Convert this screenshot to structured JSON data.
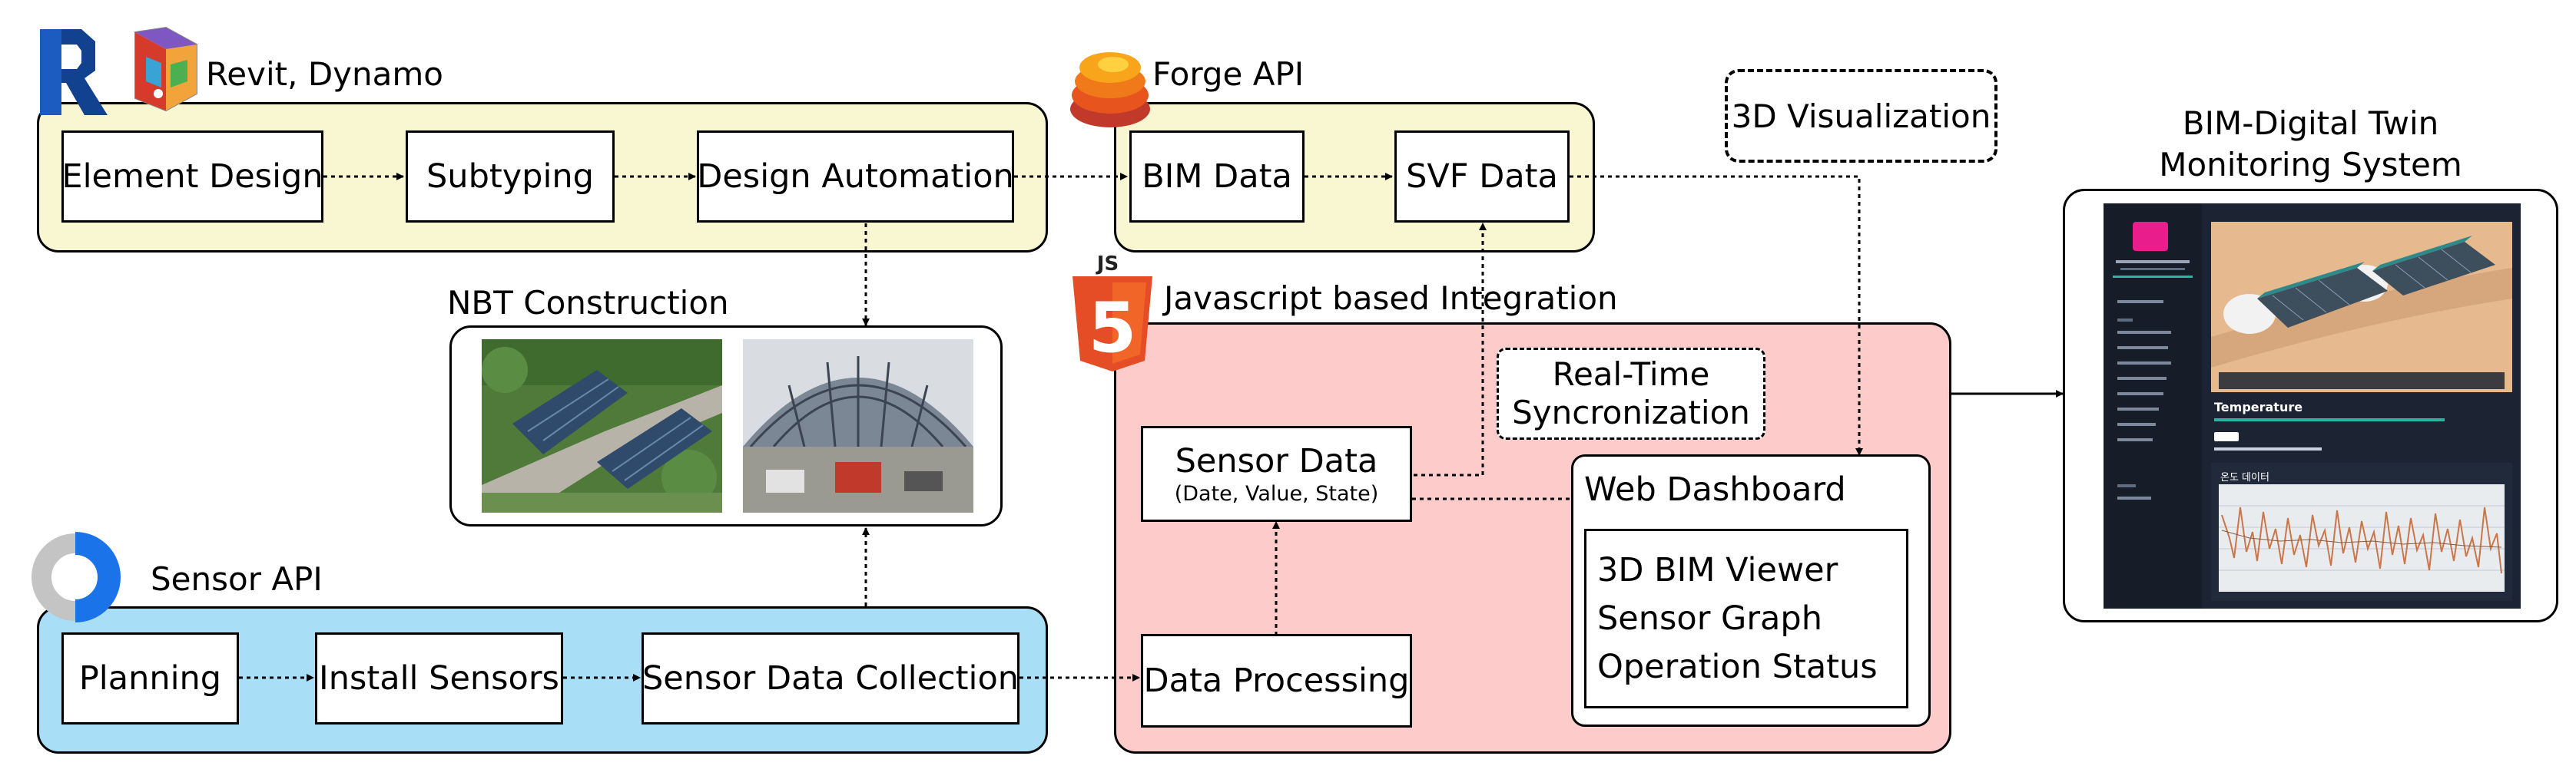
{
  "groups": {
    "revit": {
      "label": "Revit, Dynamo",
      "boxes": [
        "Element Design",
        "Subtyping",
        "Design Automation"
      ]
    },
    "forge": {
      "label": "Forge API",
      "boxes": [
        "BIM Data",
        "SVF Data"
      ]
    },
    "nbt": {
      "label": "NBT Construction"
    },
    "sensor_api": {
      "label": "Sensor API",
      "boxes": [
        "Planning",
        "Install Sensors",
        "Sensor Data Collection"
      ]
    },
    "js": {
      "label": "Javascript based Integration",
      "icon_text": "JS",
      "icon_number": "5"
    }
  },
  "visualization_label": "3D Visualization",
  "sync_label": [
    "Real-Time",
    "Syncronization"
  ],
  "sensor_data": {
    "title": "Sensor Data",
    "subtitle": "(Date, Value, State)"
  },
  "data_processing": "Data Processing",
  "web_dashboard": {
    "title": "Web Dashboard",
    "items": [
      "3D BIM Viewer",
      "Sensor Graph",
      "Operation Status"
    ]
  },
  "monitoring": {
    "title": [
      "BIM-Digital Twin",
      "Monitoring System"
    ],
    "screen": {
      "panel_title": "Temperature",
      "chart_title": "온도 데이터"
    }
  },
  "colors": {
    "revit_fill": "#f9f6d2",
    "forge_fill": "#f9f6d2",
    "sensor_fill": "#a9def7",
    "js_fill": "#fecbcb",
    "html5_orange": "#e44d26",
    "screen_bg": "#1c2433"
  },
  "icons": [
    "revit-logo-icon",
    "dynamo-logo-icon",
    "forge-logo-icon",
    "sensor-api-logo-icon",
    "html5-logo-icon"
  ]
}
